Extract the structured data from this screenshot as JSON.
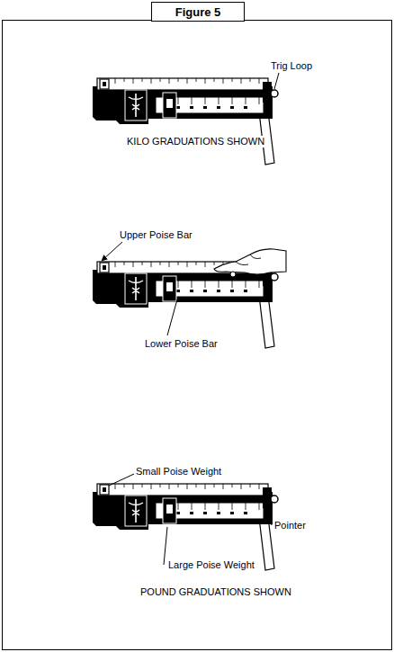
{
  "diagram": {
    "nodes": [
      {
        "text": [
          "Figure 5"
        ]
      }
    ],
    "labels": [
      "Trig Loop",
      "KILO GRADUATIONS SHOWN",
      "Upper Poise Bar",
      "Lower Poise Bar",
      "Small Poise Weight",
      "Pointer",
      "Large Poise Weight",
      "POUND GRADUATIONS SHOWN"
    ]
  }
}
